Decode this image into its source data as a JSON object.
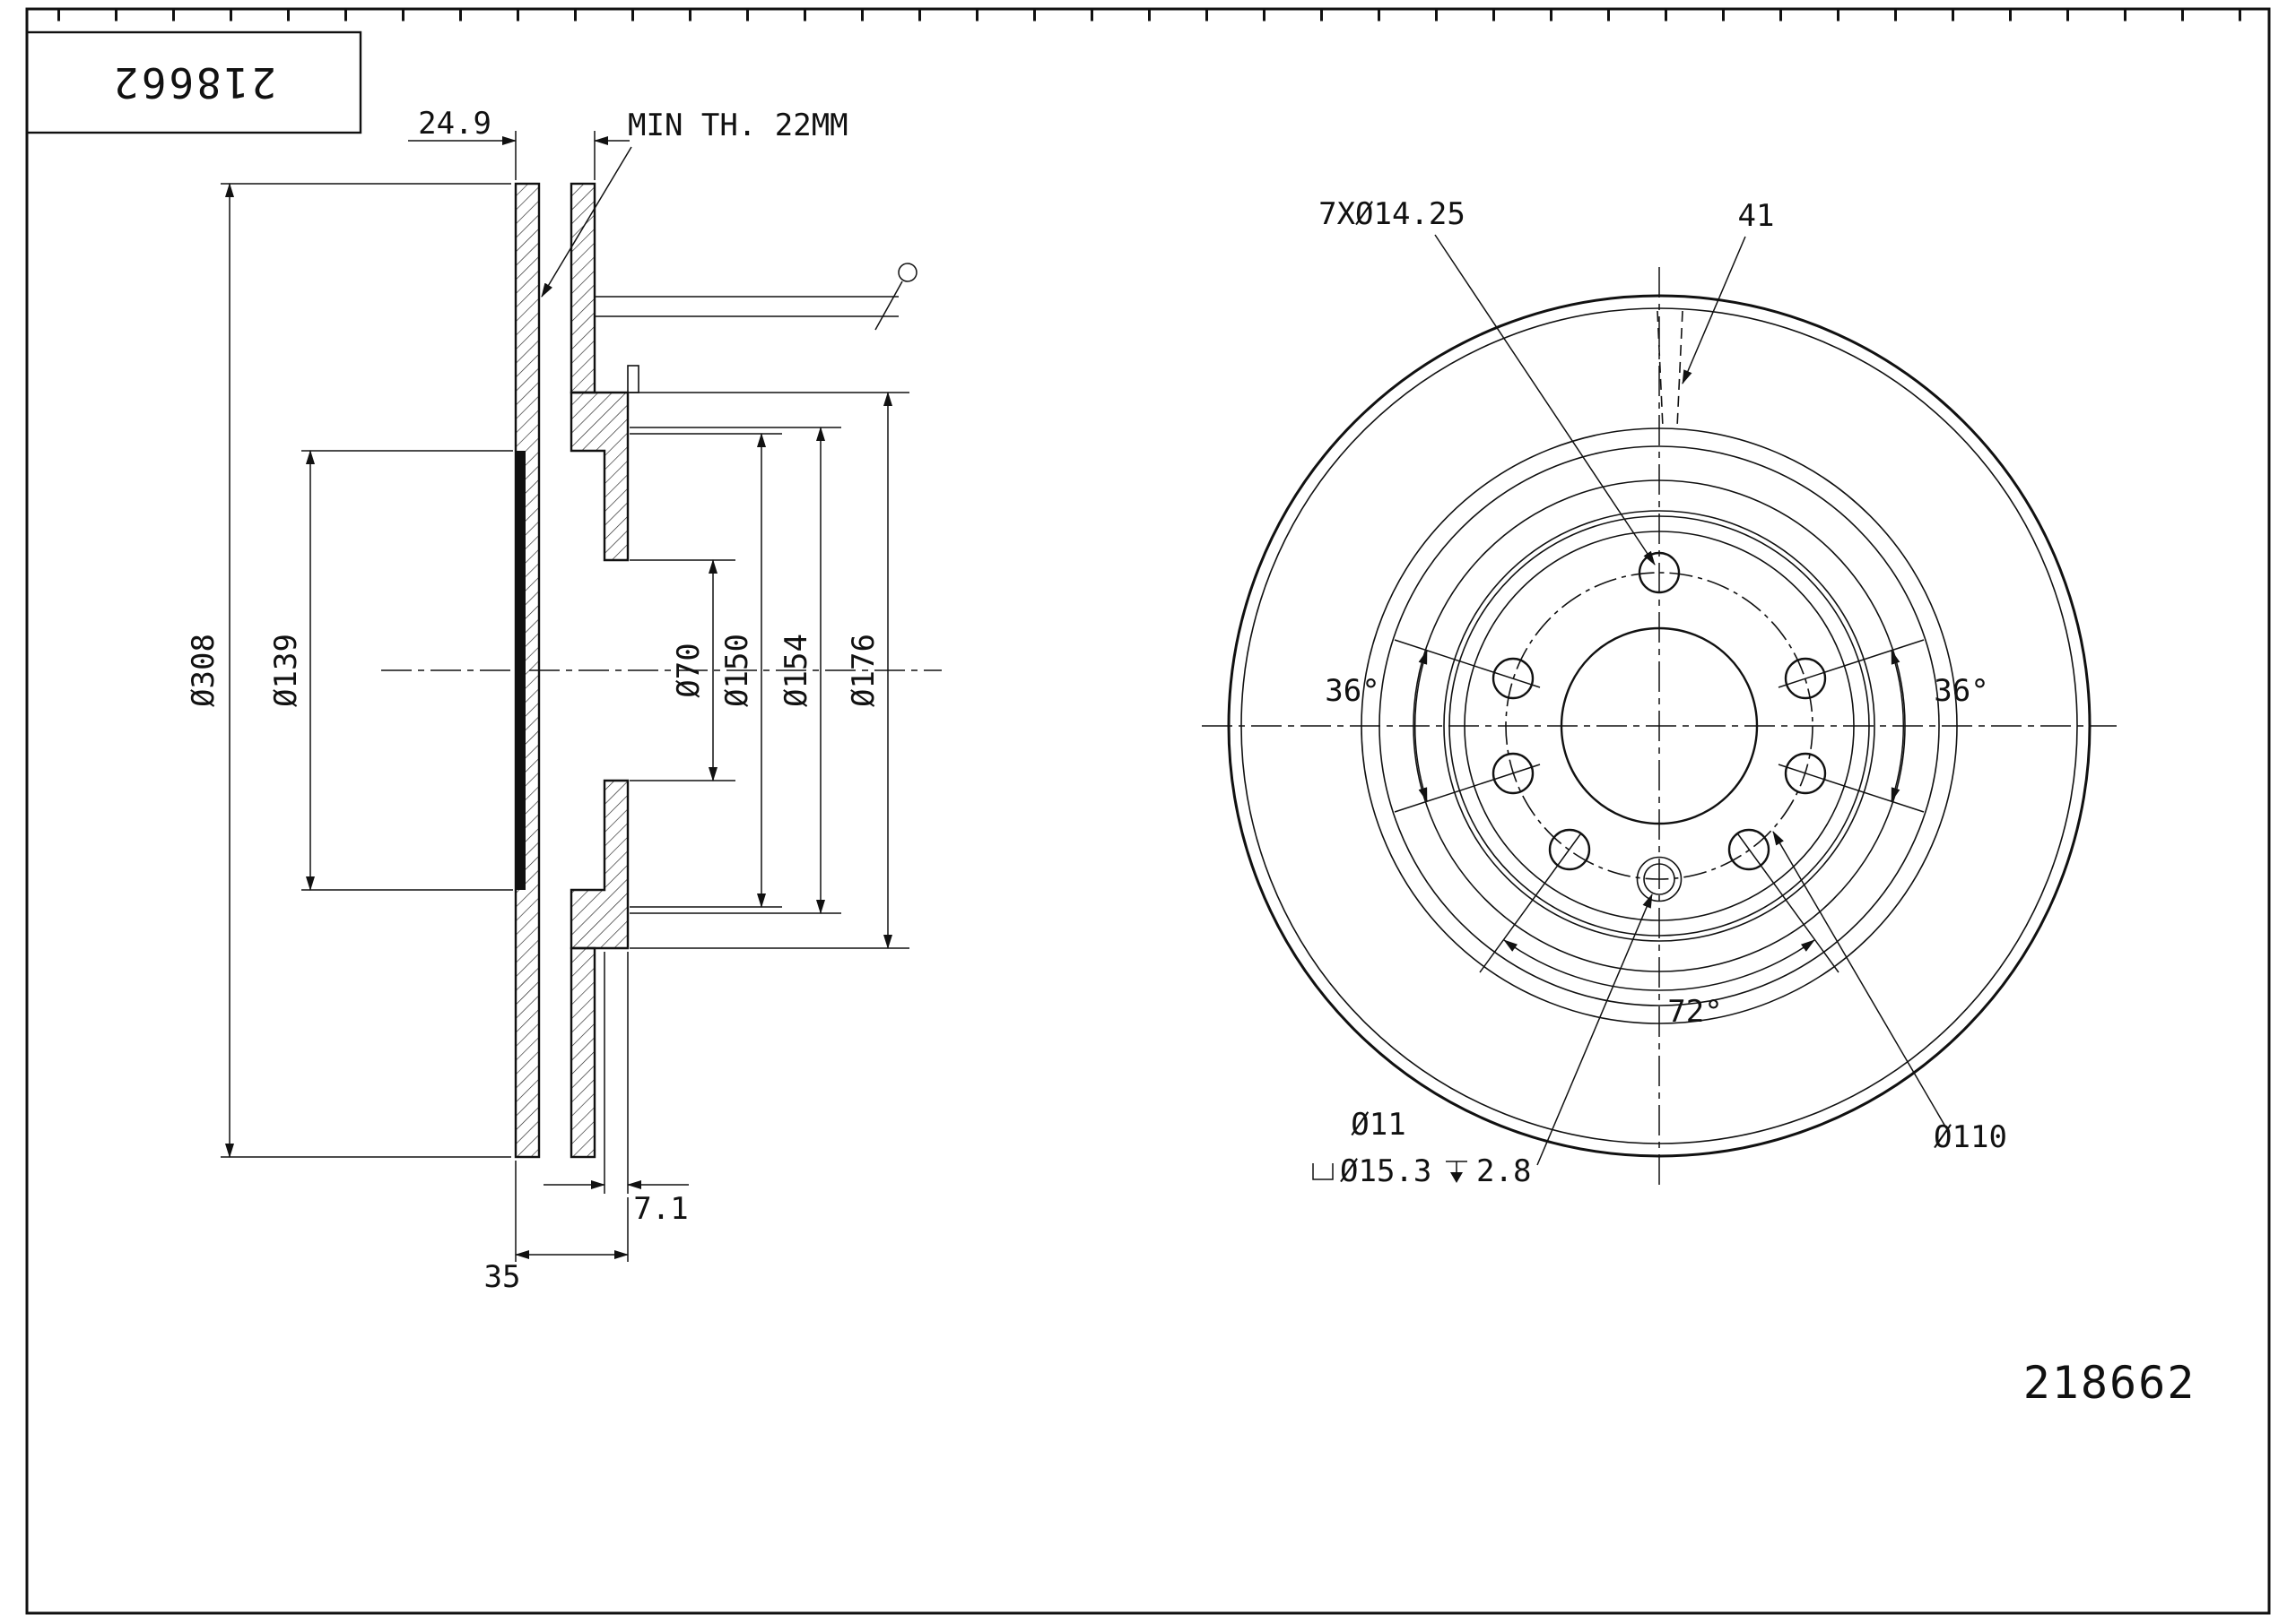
{
  "page": {
    "background": "#ffffff",
    "line_color": "#111111"
  },
  "title_block": {
    "part_number": "218662"
  },
  "annotations": {
    "part_number_footer": "218662"
  },
  "section_view": {
    "dims": {
      "thickness": "24.9",
      "min_thickness_note": "MIN TH. 22MM",
      "outer_diameter": "Ø308",
      "friction_inner_diameter": "Ø139",
      "bore_diameter": "Ø70",
      "diameter_150": "Ø150",
      "diameter_154": "Ø154",
      "hat_diameter": "Ø176",
      "hat_plate_thickness": "7.1",
      "overall_height": "35"
    }
  },
  "front_view": {
    "dims": {
      "bolt_hole_callout": "7XØ14.25",
      "vane_count": "41",
      "angle_left": "36°",
      "angle_right": "36°",
      "angle_bottom": "72°",
      "pin_hole_diameter": "Ø11",
      "counterbore_diameter": "Ø15.3",
      "counterbore_depth": "2.8",
      "bolt_circle_diameter": "Ø110"
    }
  }
}
